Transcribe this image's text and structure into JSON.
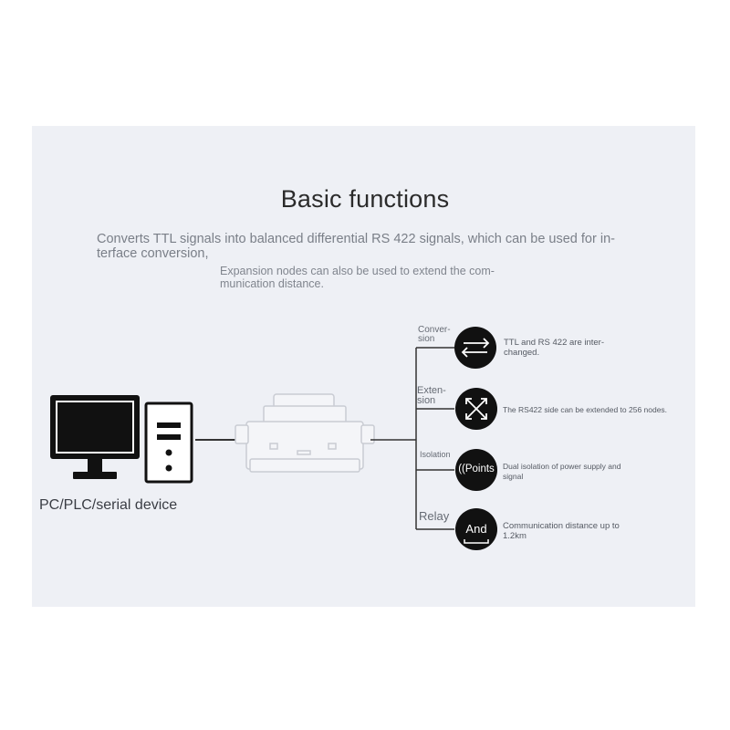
{
  "title": "Basic functions",
  "description": "Converts TTL signals into balanced differential RS 422 signals, which can be used for in-terface conversion,",
  "description_line1": "Converts TTL signals into balanced differential RS 422 signals, which can be used for in-",
  "description_line2": "terface conversion,",
  "subdescription_line1": "Expansion nodes can also be used to extend the com-",
  "subdescription_line2": "munication distance.",
  "pc_label": "PC/PLC/serial device",
  "functions": [
    {
      "label_line1": "Conver-",
      "label_line2": "sion",
      "icon": "arrows-exchange-icon",
      "desc_line1": "TTL and RS 422 are inter-",
      "desc_line2": "changed."
    },
    {
      "label_line1": "Exten-",
      "label_line2": "sion",
      "icon": "expand-arrows-icon",
      "desc_line1": "The RS422 side can be extended to 256 nodes.",
      "desc_line2": ""
    },
    {
      "label_line1": "Isolation",
      "label_line2": "",
      "icon_text": "((Points",
      "desc_line1": "Dual isolation of power supply and",
      "desc_line2": "signal"
    },
    {
      "label_line1": "Relay",
      "label_line2": "",
      "icon_text": "And",
      "desc_line1": "Communication distance up to",
      "desc_line2": "1.2km"
    }
  ],
  "colors": {
    "panel": "#eef0f5",
    "icon_circle": "#111111",
    "line": "#555555"
  }
}
